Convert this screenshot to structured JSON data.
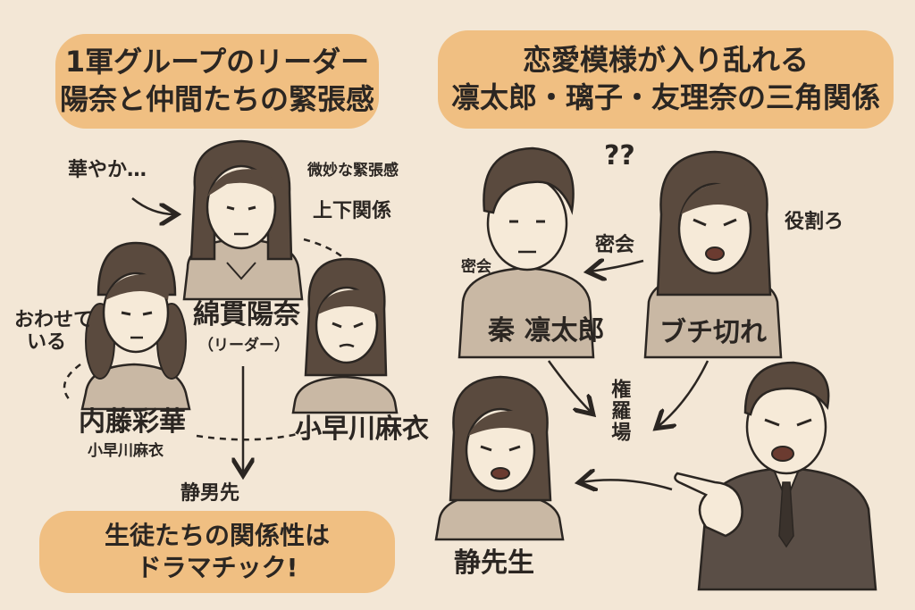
{
  "banners": {
    "left": {
      "line1": "1軍グループのリーダー",
      "line2": "陽奈と仲間たちの緊張感"
    },
    "right": {
      "line1": "恋愛模様が入り乱れる",
      "line2": "凛太郎・璃子・友理奈の三角関係"
    },
    "bottom": {
      "line1": "生徒たちの関係性は",
      "line2": "ドラマチック!"
    }
  },
  "left_group": {
    "hanayaka": "華やか…",
    "bimyo": "微妙な緊張感",
    "joge": "上下関係",
    "awasete_1": "おわせて",
    "awasete_2": "いる",
    "hina_name": "綿貫陽奈",
    "hina_role": "（リーダー）",
    "saika_name": "内藤彩華",
    "saika_sub": "小早川麻衣",
    "mai_name": "小早川麻衣",
    "shizuo": "静男先"
  },
  "right_group": {
    "question": "??",
    "mikkai_1": "密会",
    "mikkai_2": "密会",
    "yakuwari": "役割ろ",
    "rintaro_name": "秦 凛太郎",
    "buchigire": "ブチ切れ",
    "shuraba": "権羅場",
    "sensei_name": "静先生"
  },
  "colors": {
    "background": "#f3e7d6",
    "banner": "#f0bf82",
    "shirt": "#c9b8a4",
    "skin": "#f6ead8",
    "hair": "#5a4a3e",
    "ink": "#2b2622"
  }
}
